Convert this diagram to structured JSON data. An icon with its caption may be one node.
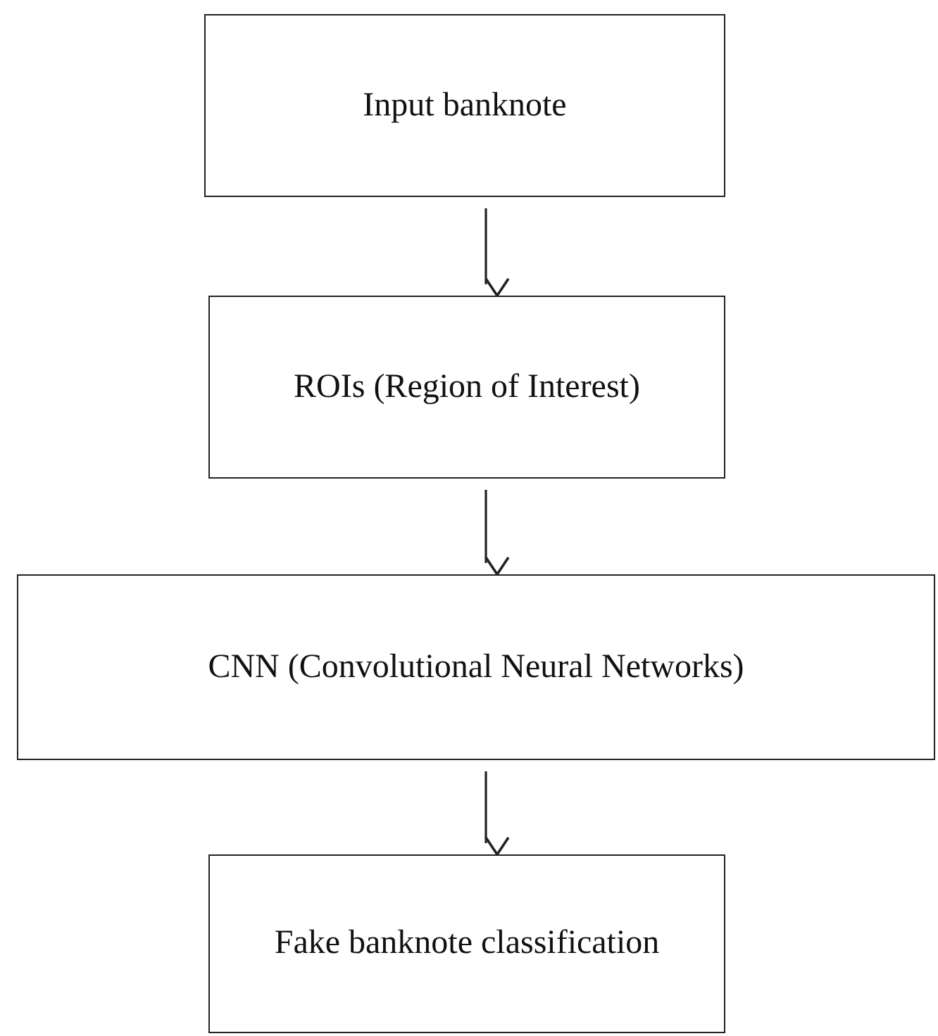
{
  "diagram": {
    "nodes": [
      {
        "text": [
          "Input banknote"
        ]
      },
      {
        "text": [
          "ROIs (Region of Interest)"
        ]
      },
      {
        "text": [
          "CNN (Convolutional Neural Networks)"
        ]
      },
      {
        "text": [
          "Fake banknote classification"
        ]
      }
    ],
    "edges": [
      {
        "from": 0,
        "to": 1,
        "arrow": "to"
      },
      {
        "from": 1,
        "to": 2,
        "arrow": "to"
      },
      {
        "from": 2,
        "to": 3,
        "arrow": "to"
      }
    ]
  }
}
